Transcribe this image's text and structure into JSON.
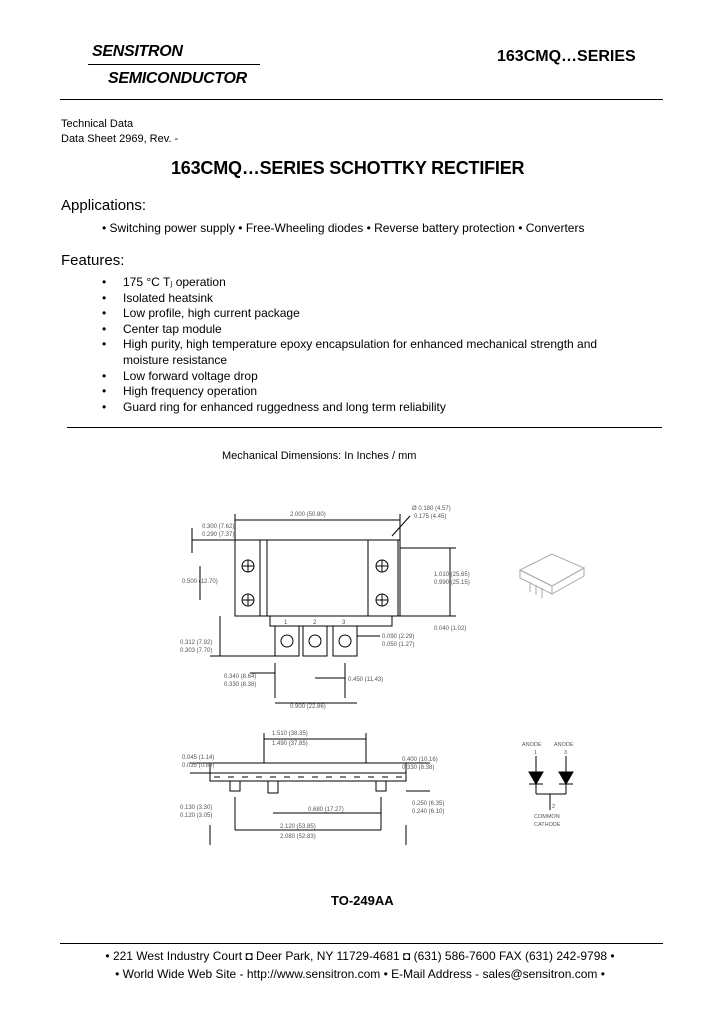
{
  "header": {
    "brand_line1": "SENSITRON",
    "brand_line2": "SEMICONDUCTOR",
    "series": "163CMQ…SERIES"
  },
  "meta": {
    "line1": "Technical Data",
    "line2": "Data Sheet 2969, Rev. -"
  },
  "title": "163CMQ…SERIES SCHOTTKY RECTIFIER",
  "applications": {
    "heading": "Applications:",
    "items": [
      "Switching power supply",
      "Free-Wheeling diodes",
      "Reverse battery protection",
      "Converters"
    ]
  },
  "features": {
    "heading": "Features:",
    "items": [
      "175 °C Tⱼ operation",
      "Isolated heatsink",
      " Low profile, high current package",
      "Center tap module",
      "High purity, high temperature epoxy encapsulation for enhanced mechanical strength and",
      "Low forward voltage drop",
      "High frequency operation",
      "Guard ring for enhanced ruggedness and long term reliability"
    ],
    "continuation": "moisture resistance"
  },
  "mechanical": {
    "caption": "Mechanical Dimensions: In Inches / mm",
    "top_dims": {
      "overall_width": "2.000 (50.80)",
      "hole_dia": "Ø 0.180 (4.57)",
      "hole_dia2": "0.175 (4.45)",
      "left_top_1": "0.300 (7.62)",
      "left_top_2": "0.290 (7.37)",
      "left_mid": "0.500 (12.70)",
      "right_1": "1.010 (25.65)",
      "right_2": "0.990 (25.15)",
      "right_3": "0.040 (1.02)",
      "lead_a1": "0.312 (7.92)",
      "lead_a2": "0.303 (7.70)",
      "lead_b1": "0.090 (2.29)",
      "lead_b2": "0.050 (1.27)",
      "bottom_1": "0.340 (8.64)",
      "bottom_2": "0.330 (8.38)",
      "bottom_3": "0.450 (11.43)",
      "bottom_4": "0.900 (22.86)",
      "pin_1": "1",
      "pin_2": "2",
      "pin_3": "3"
    },
    "side_dims": {
      "top_1": "1.510 (38.35)",
      "top_2": "1.490 (37.85)",
      "left_1": "0.045 (1.14)",
      "left_2": "0.035 (0.89)",
      "right_1": "0.400 (10.16)",
      "right_2": "0.330 (8.38)",
      "left_b1": "0.130 (3.30)",
      "left_b2": "0.120 (3.05)",
      "mid": "0.680 (17.27)",
      "right_b1": "0.250 (6.35)",
      "right_b2": "0.240 (6.10)",
      "overall_1": "2.120 (53.85)",
      "overall_2": "2.080 (52.83)"
    },
    "schematic": {
      "anode_1": "ANODE",
      "anode_2": "ANODE",
      "pin_1": "1",
      "pin_3": "3",
      "pin_2": "2",
      "common": "COMMON",
      "cathode": "CATHODE"
    },
    "package": "TO-249AA"
  },
  "footer": {
    "line1": "• 221 West Industry Court ◘ Deer Park, NY  11729-4681 ◘ (631) 586-7600  FAX (631) 242-9798 •",
    "line2": "• World Wide Web Site - http://www.sensitron.com • E-Mail Address - sales@sensitron.com •"
  }
}
